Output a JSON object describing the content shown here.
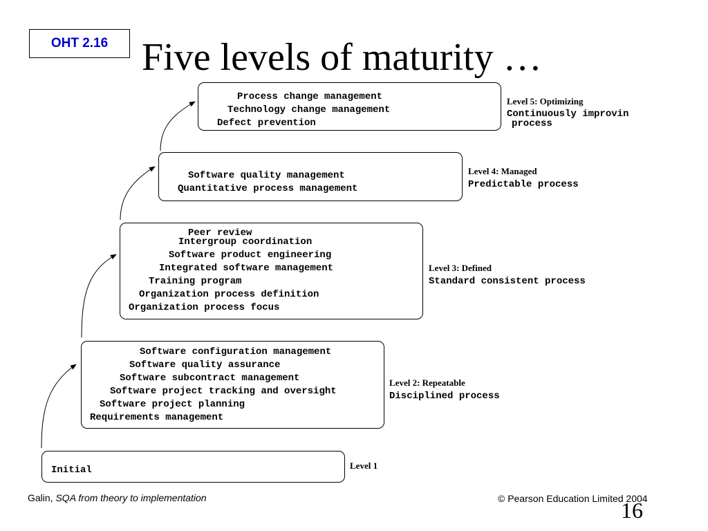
{
  "badge": "OHT 2.16",
  "title": "Five levels of maturity …",
  "levels": [
    {
      "name": "Level 5: Optimizing",
      "description_lines": [
        "Continuously improvin",
        "process"
      ],
      "items": [
        "Process change management",
        "Technology change management",
        "Defect prevention"
      ]
    },
    {
      "name": "Level 4: Managed",
      "description_lines": [
        "Predictable process"
      ],
      "items": [
        "Software quality management",
        "Quantitative process management"
      ]
    },
    {
      "name": "Level 3: Defined",
      "description_lines": [
        "Standard consistent process"
      ],
      "items": [
        "Peer review",
        "Intergroup coordination",
        "Software product engineering",
        "Integrated software management",
        "Training program",
        "Organization process definition",
        "Organization process focus"
      ]
    },
    {
      "name": "Level 2: Repeatable",
      "description_lines": [
        "Disciplined process"
      ],
      "items": [
        "Software configuration management",
        "Software quality assurance",
        "Software subcontract management",
        "Software project tracking and oversight",
        "Software project planning",
        "Requirements management"
      ]
    },
    {
      "name": "Level 1",
      "description_lines": [],
      "items": [
        "Initial"
      ]
    }
  ],
  "footer": {
    "author": "Galin, ",
    "book": "SQA from theory to implementation",
    "copyright": "© Pearson Education Limited 2004",
    "page": "16"
  }
}
